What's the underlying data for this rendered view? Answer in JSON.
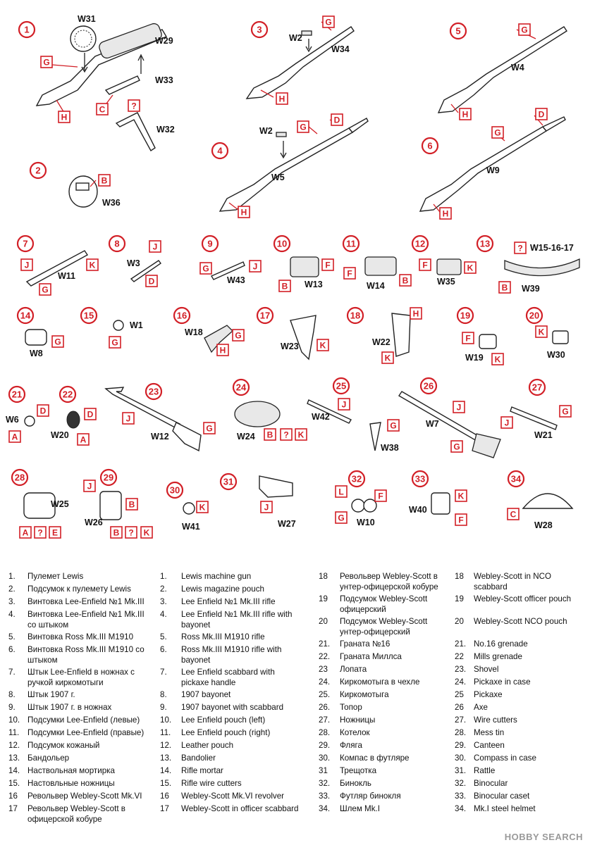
{
  "watermark": "HOBBY SEARCH",
  "items": [
    {
      "n": "1",
      "parts": [
        "W31",
        "W29",
        "W33",
        "W32"
      ],
      "tags": [
        "G",
        "H",
        "C",
        "?"
      ]
    },
    {
      "n": "2",
      "parts": [
        "W36"
      ],
      "tags": [
        "B"
      ]
    },
    {
      "n": "3",
      "parts": [
        "W2",
        "W34"
      ],
      "tags": [
        "G",
        "H"
      ]
    },
    {
      "n": "4",
      "parts": [
        "W2",
        "W5"
      ],
      "tags": [
        "G",
        "D",
        "H"
      ]
    },
    {
      "n": "5",
      "parts": [
        "W4"
      ],
      "tags": [
        "G",
        "H"
      ]
    },
    {
      "n": "6",
      "parts": [
        "W9"
      ],
      "tags": [
        "D",
        "G",
        "H"
      ]
    },
    {
      "n": "7",
      "parts": [
        "W11"
      ],
      "tags": [
        "J",
        "K",
        "G"
      ]
    },
    {
      "n": "8",
      "parts": [
        "W3"
      ],
      "tags": [
        "J",
        "D"
      ]
    },
    {
      "n": "9",
      "parts": [
        "W43"
      ],
      "tags": [
        "G",
        "J"
      ]
    },
    {
      "n": "10",
      "parts": [
        "W13"
      ],
      "tags": [
        "F",
        "B"
      ]
    },
    {
      "n": "11",
      "parts": [
        "W14"
      ],
      "tags": [
        "F",
        "B"
      ]
    },
    {
      "n": "12",
      "parts": [
        "W35"
      ],
      "tags": [
        "F",
        "K"
      ]
    },
    {
      "n": "13",
      "parts": [
        "W15-16-17",
        "W39"
      ],
      "tags": [
        "?",
        "B"
      ]
    },
    {
      "n": "14",
      "parts": [
        "W8"
      ],
      "tags": [
        "G"
      ]
    },
    {
      "n": "15",
      "parts": [
        "W1"
      ],
      "tags": [
        "G"
      ]
    },
    {
      "n": "16",
      "parts": [
        "W18"
      ],
      "tags": [
        "G",
        "H"
      ]
    },
    {
      "n": "17",
      "parts": [
        "W23"
      ],
      "tags": [
        "K"
      ]
    },
    {
      "n": "18",
      "parts": [
        "W22"
      ],
      "tags": [
        "H",
        "K"
      ]
    },
    {
      "n": "19",
      "parts": [
        "W19"
      ],
      "tags": [
        "F",
        "K"
      ]
    },
    {
      "n": "20",
      "parts": [
        "W30"
      ],
      "tags": [
        "K"
      ]
    },
    {
      "n": "21",
      "parts": [
        "W6"
      ],
      "tags": [
        "D",
        "A"
      ]
    },
    {
      "n": "22",
      "parts": [
        "W20"
      ],
      "tags": [
        "D",
        "A"
      ]
    },
    {
      "n": "23",
      "parts": [
        "W12"
      ],
      "tags": [
        "J",
        "G"
      ]
    },
    {
      "n": "24",
      "parts": [
        "W24"
      ],
      "tags": [
        "B",
        "?",
        "K"
      ]
    },
    {
      "n": "25",
      "parts": [
        "W42",
        "W38"
      ],
      "tags": [
        "J",
        "G"
      ]
    },
    {
      "n": "26",
      "parts": [
        "W7"
      ],
      "tags": [
        "J",
        "G"
      ]
    },
    {
      "n": "27",
      "parts": [
        "W21"
      ],
      "tags": [
        "G",
        "J"
      ]
    },
    {
      "n": "28",
      "parts": [
        "W25"
      ],
      "tags": [
        "A",
        "?",
        "E"
      ]
    },
    {
      "n": "29",
      "parts": [
        "W26"
      ],
      "tags": [
        "J",
        "B",
        "B",
        "?",
        "K"
      ]
    },
    {
      "n": "30",
      "parts": [
        "W41"
      ],
      "tags": [
        "K"
      ]
    },
    {
      "n": "31",
      "parts": [
        "W27"
      ],
      "tags": [
        "J"
      ]
    },
    {
      "n": "32",
      "parts": [
        "W10"
      ],
      "tags": [
        "L",
        "F",
        "G"
      ]
    },
    {
      "n": "33",
      "parts": [
        "W40"
      ],
      "tags": [
        "K",
        "F"
      ]
    },
    {
      "n": "34",
      "parts": [
        "W28"
      ],
      "tags": [
        "C"
      ]
    }
  ],
  "legend_ru": [
    {
      "n": "1.",
      "t": "Пулемет Lewis"
    },
    {
      "n": "2.",
      "t": "Подсумок к пулемету Lewis"
    },
    {
      "n": "3.",
      "t": "Винтовка Lee-Enfield №1 Mk.III"
    },
    {
      "n": "4.",
      "t": "Винтовка Lee-Enfield №1 Mk.III со штыком"
    },
    {
      "n": "5.",
      "t": "Винтовка Ross Mk.III M1910"
    },
    {
      "n": "6.",
      "t": "Винтовка Ross Mk.III M1910 со штыком"
    },
    {
      "n": "7.",
      "t": "Штык Lee-Enfield в ножнах с ручкой киркомотыги"
    },
    {
      "n": "8.",
      "t": "Штык 1907 г."
    },
    {
      "n": "9.",
      "t": "Штык 1907 г. в ножнах"
    },
    {
      "n": "10.",
      "t": "Подсумки Lee-Enfield (левые)"
    },
    {
      "n": "11.",
      "t": "Подсумки Lee-Enfield (правые)"
    },
    {
      "n": "12.",
      "t": "Подсумок кожаный"
    },
    {
      "n": "13.",
      "t": "Бандольер"
    },
    {
      "n": "14.",
      "t": "Наствольная мортирка"
    },
    {
      "n": "15.",
      "t": "Настовльные ножницы"
    },
    {
      "n": "16",
      "t": "Револьвер Webley-Scott Mk.VI"
    },
    {
      "n": "17",
      "t": "Револьвер Webley-Scott в офицерской кобуре"
    }
  ],
  "legend_en": [
    {
      "n": "1.",
      "t": "Lewis machine gun"
    },
    {
      "n": "2.",
      "t": "Lewis magazine pouch"
    },
    {
      "n": "3.",
      "t": "Lee Enfield №1 Mk.III rifle"
    },
    {
      "n": "4.",
      "t": "Lee Enfield №1 Mk.III rifle with bayonet"
    },
    {
      "n": "5.",
      "t": "Ross Mk.III M1910 rifle"
    },
    {
      "n": "6.",
      "t": "Ross Mk.III M1910 rifle with bayonet"
    },
    {
      "n": "7.",
      "t": "Lee Enfield scabbard with pickaxe handle"
    },
    {
      "n": "8.",
      "t": "1907 bayonet"
    },
    {
      "n": "9.",
      "t": "1907 bayonet with scabbard"
    },
    {
      "n": "10.",
      "t": "Lee Enfield pouch (left)"
    },
    {
      "n": "11.",
      "t": "Lee Enfield pouch (right)"
    },
    {
      "n": "12.",
      "t": "Leather pouch"
    },
    {
      "n": "13.",
      "t": "Bandolier"
    },
    {
      "n": "14.",
      "t": "Rifle mortar"
    },
    {
      "n": "15.",
      "t": "Rifle wire cutters"
    },
    {
      "n": "16",
      "t": "Webley-Scott Mk.VI revolver"
    },
    {
      "n": "17",
      "t": "Webley-Scott in officer scabbard"
    }
  ],
  "legend_ru2": [
    {
      "n": "18",
      "t": "Револьвер Webley-Scott в унтер-офицерской кобуре"
    },
    {
      "n": "19",
      "t": "Подсумок Webley-Scott офицерский"
    },
    {
      "n": "20",
      "t": "Подсумок Webley-Scott унтер-офицерский"
    },
    {
      "n": "21.",
      "t": "Граната №16"
    },
    {
      "n": "22.",
      "t": "Граната Миллса"
    },
    {
      "n": "23",
      "t": "Лопата"
    },
    {
      "n": "24.",
      "t": "Киркомотыга в чехле"
    },
    {
      "n": "25.",
      "t": "Киркомотыга"
    },
    {
      "n": "26.",
      "t": "Топор"
    },
    {
      "n": "27.",
      "t": "Ножницы"
    },
    {
      "n": "28.",
      "t": "Котелок"
    },
    {
      "n": "29.",
      "t": "Фляга"
    },
    {
      "n": "30.",
      "t": "Компас в футляре"
    },
    {
      "n": "31",
      "t": "Трещотка"
    },
    {
      "n": "32.",
      "t": "Бинокль"
    },
    {
      "n": "33.",
      "t": "Футляр бинокля"
    },
    {
      "n": "34.",
      "t": "Шлем Mk.I"
    }
  ],
  "legend_en2": [
    {
      "n": "18",
      "t": "Webley-Scott in NCO scabbard"
    },
    {
      "n": "19",
      "t": "Webley-Scott officer pouch"
    },
    {
      "n": "20",
      "t": "Webley-Scott NCO pouch"
    },
    {
      "n": "21.",
      "t": "No.16 grenade"
    },
    {
      "n": "22",
      "t": "Mills grenade"
    },
    {
      "n": "23.",
      "t": "Shovel"
    },
    {
      "n": "24.",
      "t": "Pickaxe in case"
    },
    {
      "n": "25",
      "t": "Pickaxe"
    },
    {
      "n": "26",
      "t": "Axe"
    },
    {
      "n": "27.",
      "t": "Wire cutters"
    },
    {
      "n": "28.",
      "t": "Mess tin"
    },
    {
      "n": "29.",
      "t": "Canteen"
    },
    {
      "n": "30.",
      "t": "Compass in case"
    },
    {
      "n": "31.",
      "t": "Rattle"
    },
    {
      "n": "32.",
      "t": "Binocular"
    },
    {
      "n": "33.",
      "t": "Binocular caset"
    },
    {
      "n": "34.",
      "t": "Mk.I steel helmet"
    }
  ]
}
